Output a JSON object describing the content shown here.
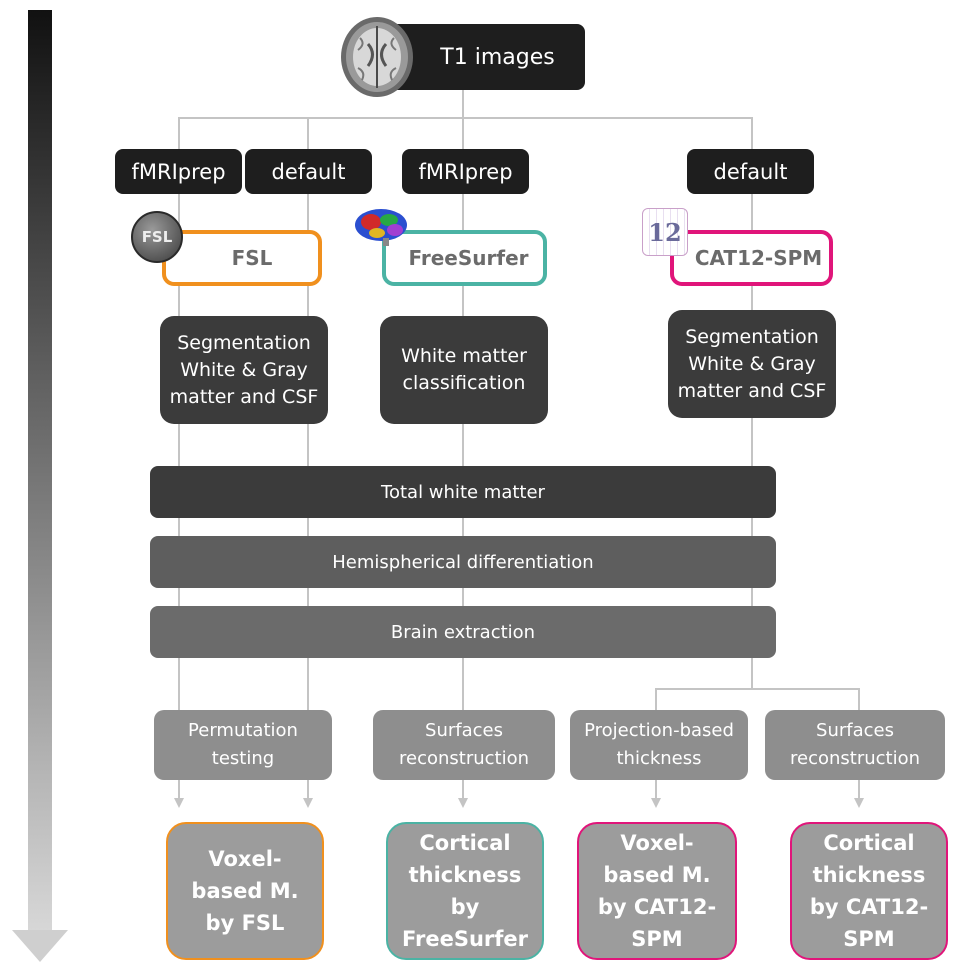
{
  "root": {
    "label": "T1 images"
  },
  "pipelines": {
    "fsl_fmriprep": "fMRIprep",
    "fsl_default": "default",
    "freesurfer_fmriprep": "fMRIprep",
    "cat12_default": "default"
  },
  "tools": {
    "fsl": {
      "name": "FSL",
      "logo_text": "FSL",
      "color": "#f0901e"
    },
    "freesurfer": {
      "name": "FreeSurfer",
      "color": "#4bb3a4"
    },
    "cat12": {
      "name": "CAT12-SPM",
      "logo_text": "12",
      "color": "#e0157a"
    }
  },
  "steps": {
    "fsl_segmentation": "Segmentation White & Gray matter and CSF",
    "freesurfer_classification": "White matter classification",
    "cat12_segmentation": "Segmentation White & Gray matter and CSF"
  },
  "common": {
    "total_white_matter": "Total white matter",
    "hemispherical": "Hemispherical differentiation",
    "brain_extraction": "Brain extraction"
  },
  "methods": {
    "permutation": "Permutation testing",
    "fs_surfaces": "Surfaces reconstruction",
    "projection": "Projection-based thickness",
    "cat12_surfaces": "Surfaces reconstruction"
  },
  "outputs": {
    "vbm_fsl": "Voxel-based M. by FSL",
    "ct_freesurfer": "Cortical thickness by FreeSurfer",
    "vbm_cat12": "Voxel-based M. by CAT12-SPM",
    "ct_cat12": "Cortical thickness by CAT12-SPM"
  }
}
